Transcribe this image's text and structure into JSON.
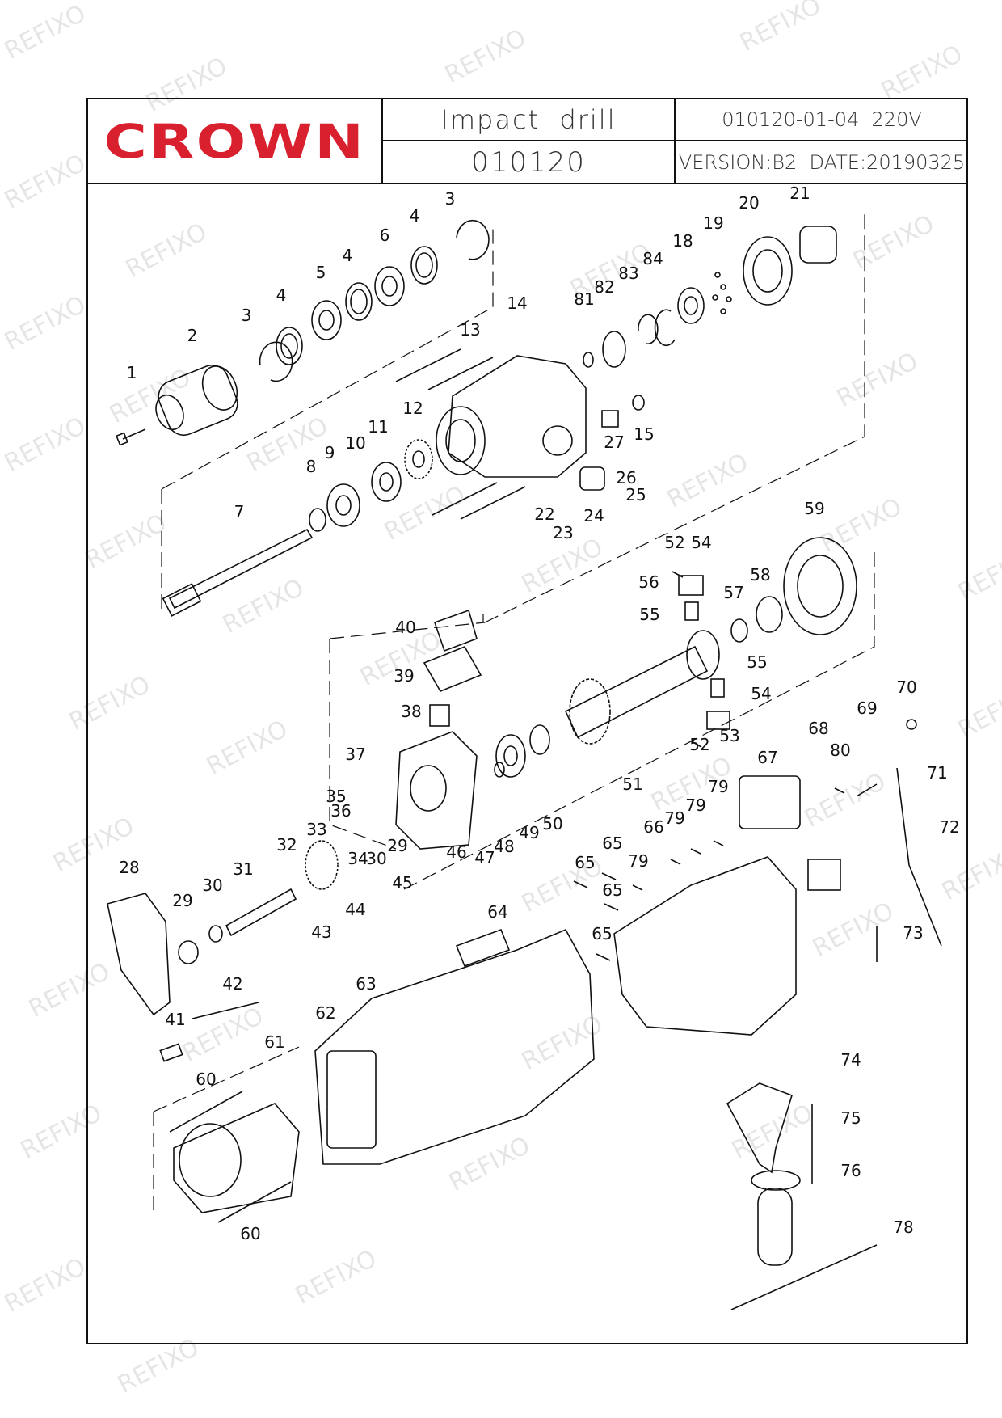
{
  "header": {
    "brand": "CROWN",
    "product_name": "Impact  drill",
    "model": "010120",
    "doc_code": "010120-01-04  220V",
    "version": "VERSION:B2  DATE:20190325"
  },
  "watermark": "REFIXO",
  "colors": {
    "brand_red": "#d8202e",
    "line": "#111111"
  },
  "callouts": [
    "1",
    "2",
    "3",
    "3",
    "4",
    "4",
    "4",
    "5",
    "6",
    "7",
    "8",
    "9",
    "10",
    "11",
    "12",
    "13",
    "14",
    "15",
    "18",
    "19",
    "20",
    "21",
    "22",
    "23",
    "24",
    "25",
    "26",
    "27",
    "28",
    "29",
    "29",
    "30",
    "30",
    "31",
    "32",
    "33",
    "34",
    "35",
    "36",
    "37",
    "38",
    "39",
    "40",
    "41",
    "42",
    "43",
    "44",
    "45",
    "46",
    "47",
    "48",
    "49",
    "50",
    "51",
    "52",
    "52",
    "53",
    "54",
    "54",
    "55",
    "55",
    "56",
    "57",
    "58",
    "59",
    "60",
    "60",
    "61",
    "62",
    "63",
    "64",
    "65",
    "65",
    "65",
    "65",
    "66",
    "67",
    "68",
    "69",
    "70",
    "71",
    "72",
    "73",
    "74",
    "75",
    "76",
    "78",
    "79",
    "79",
    "79",
    "79",
    "80",
    "81",
    "82",
    "83",
    "84"
  ]
}
